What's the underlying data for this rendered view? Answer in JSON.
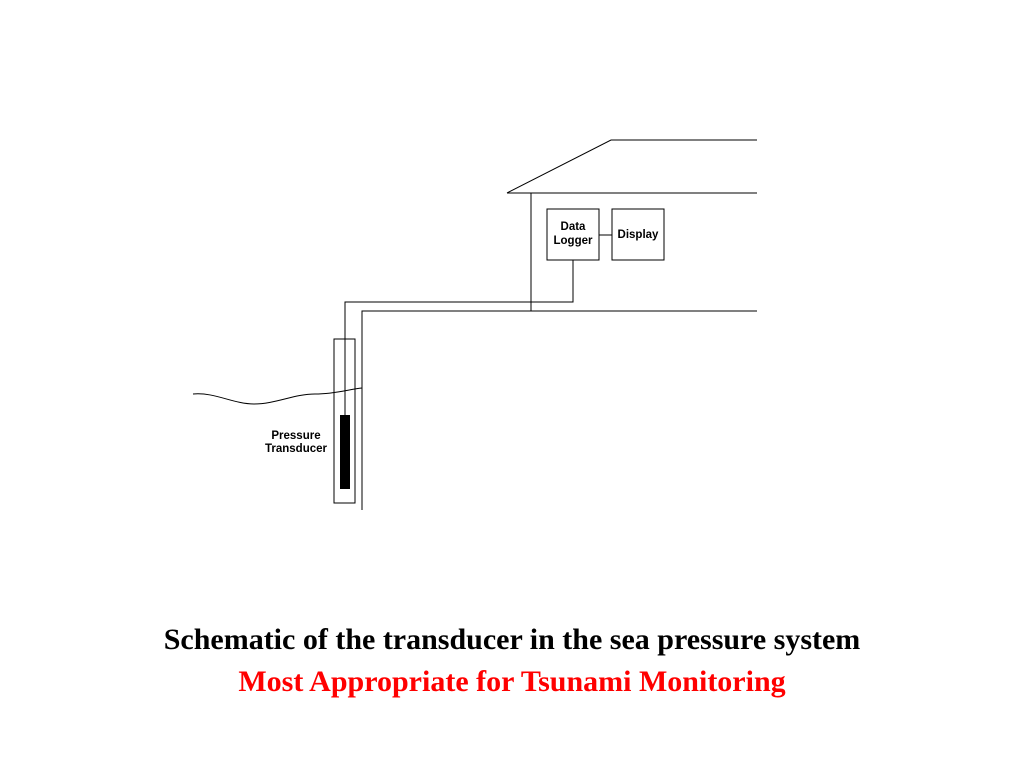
{
  "diagram": {
    "labels": {
      "data_logger_line1": "Data",
      "data_logger_line2": "Logger",
      "display": "Display",
      "pressure_transducer_line1": "Pressure",
      "pressure_transducer_line2": "Transducer"
    }
  },
  "caption": {
    "main": "Schematic of the transducer in the sea pressure system",
    "sub": "Most Appropriate for Tsunami Monitoring"
  },
  "colors": {
    "caption_main": "#000000",
    "caption_sub": "#ff0000"
  }
}
